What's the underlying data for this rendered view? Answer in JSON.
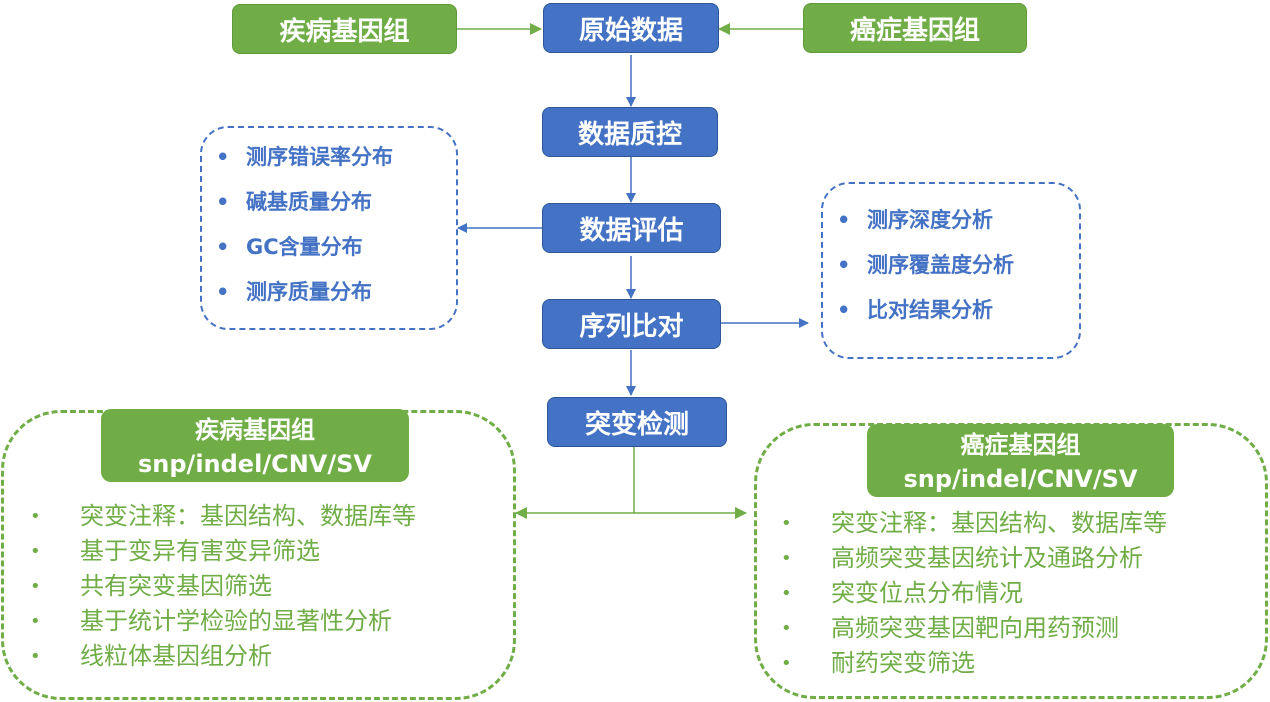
{
  "inputs": {
    "disease_genome": "疾病基因组",
    "cancer_genome": "癌症基因组"
  },
  "pipeline": {
    "raw_data": "原始数据",
    "quality_control": "数据质控",
    "data_evaluation": "数据评估",
    "alignment": "序列比对",
    "mutation_detection": "突变检测"
  },
  "evaluation_details": {
    "items": [
      "测序错误率分布",
      "碱基质量分布",
      "GC含量分布",
      "测序质量分布"
    ]
  },
  "alignment_details": {
    "items": [
      "测序深度分析",
      "测序覆盖度分析",
      "比对结果分析"
    ]
  },
  "disease_analysis": {
    "title": "疾病基因组",
    "subtitle": "snp/indel/CNV/SV",
    "items": [
      "突变注释：基因结构、数据库等",
      "基于变异有害变异筛选",
      "共有突变基因筛选",
      "基于统计学检验的显著性分析",
      "线粒体基因组分析"
    ]
  },
  "cancer_analysis": {
    "title": "癌症基因组",
    "subtitle": "snp/indel/CNV/SV",
    "items": [
      "突变注释：基因结构、数据库等",
      "高频突变基因统计及通路分析",
      "突变位点分布情况",
      "高频突变基因靶向用药预测",
      "耐药突变筛选"
    ]
  },
  "colors": {
    "green": "#70ad47",
    "blue": "#4472c4"
  }
}
